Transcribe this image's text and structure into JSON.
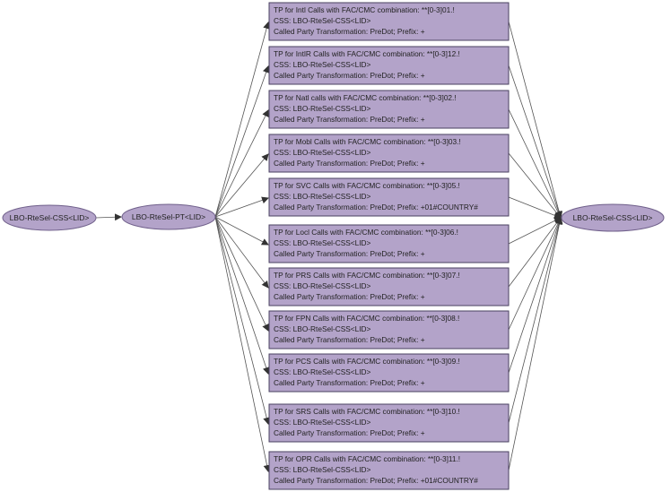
{
  "nodes": {
    "source": {
      "label": "LBO-RteSel-CSS<LID>"
    },
    "partition": {
      "label": "LBO-RteSel-PT<LID>"
    },
    "target": {
      "label": "LBO-RteSel-CSS<LID>"
    }
  },
  "patterns": [
    {
      "line1": "TP for Intl Calls with FAC/CMC combination: **[0-3]01.!",
      "line2": "CSS: LBO-RteSel-CSS<LID>",
      "line3": "Called Party Transformation: PreDot; Prefix: +"
    },
    {
      "line1": "TP for IntlR Calls with FAC/CMC combination: **[0-3]12.!",
      "line2": "CSS: LBO-RteSel-CSS<LID>",
      "line3": "Called Party Transformation: PreDot; Prefix: +"
    },
    {
      "line1": "TP for Natl calls with FAC/CMC combination: **[0-3]02.!",
      "line2": "CSS: LBO-RteSel-CSS<LID>",
      "line3": "Called Party Transformation: PreDot; Prefix: +"
    },
    {
      "line1": "TP for Mobl Calls with FAC/CMC combination: **[0-3]03.!",
      "line2": "CSS: LBO-RteSel-CSS<LID>",
      "line3": "Called Party Transformation: PreDot; Prefix: +"
    },
    {
      "line1": "TP for SVC Calls with FAC/CMC combination: **[0-3]05.!",
      "line2": "CSS: LBO-RteSel-CSS<LID>",
      "line3": "Called Party Transformation: PreDot; Prefix: +01#COUNTRY#"
    },
    {
      "line1": "TP for Locl Calls with FAC/CMC combination: **[0-3]06.!",
      "line2": "CSS: LBO-RteSel-CSS<LID>",
      "line3": "Called Party Transformation: PreDot; Prefix: +"
    },
    {
      "line1": "TP for PRS Calls with FAC/CMC combination: **[0-3]07.!",
      "line2": "CSS: LBO-RteSel-CSS<LID>",
      "line3": "Called Party Transformation: PreDot; Prefix: +"
    },
    {
      "line1": "TP for FPN Calls with FAC/CMC combination: **[0-3]08.!",
      "line2": "CSS: LBO-RteSel-CSS<LID>",
      "line3": "Called Party Transformation: PreDot; Prefix: +"
    },
    {
      "line1": "TP for PCS Calls with FAC/CMC combination: **[0-3]09.!",
      "line2": "CSS: LBO-RteSel-CSS<LID>",
      "line3": "Called Party Transformation: PreDot; Prefix: +"
    },
    {
      "line1": "TP for SRS Calls with FAC/CMC combination: **[0-3]10.!",
      "line2": "CSS: LBO-RteSel-CSS<LID>",
      "line3": "Called Party Transformation: PreDot; Prefix: +"
    },
    {
      "line1": "TP for OPR Calls with FAC/CMC combination: **[0-3]11.!",
      "line2": "CSS: LBO-RteSel-CSS<LID>",
      "line3": "Called Party Transformation: PreDot; Prefix: +01#COUNTRY#"
    }
  ],
  "colors": {
    "node_fill": "#b3a3c9",
    "node_stroke": "#6f5f8a",
    "box_fill": "#b3a3c9",
    "box_stroke": "#4a4060",
    "edge": "#555555"
  }
}
